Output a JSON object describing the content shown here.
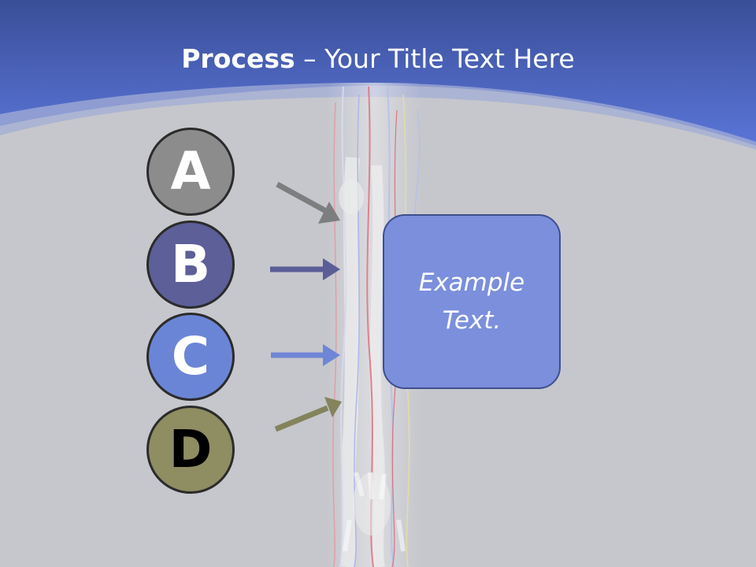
{
  "slide": {
    "title_bold": "Process",
    "title_rest": " – Your Title Text Here"
  },
  "steps": [
    {
      "letter": "A",
      "color": "#8c8c8c",
      "arrow_color": "#7d7e80"
    },
    {
      "letter": "B",
      "color": "#5c5f98",
      "arrow_color": "#5a5d96"
    },
    {
      "letter": "C",
      "color": "#6b85d6",
      "arrow_color": "#6f86d6"
    },
    {
      "letter": "D",
      "color": "#8f8d62",
      "arrow_color": "#83835c"
    }
  ],
  "callout": {
    "text": "Example Text."
  },
  "colors": {
    "header_blue": "#4a64c4",
    "background_gray": "#c6c7cc"
  }
}
